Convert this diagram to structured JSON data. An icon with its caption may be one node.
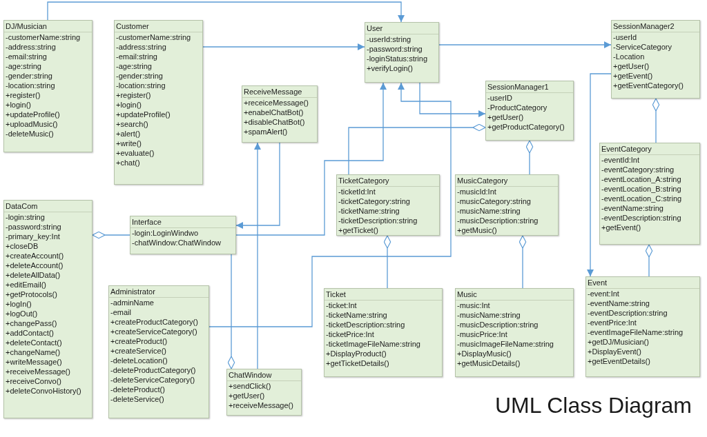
{
  "diagram": {
    "title": "UML Class Diagram",
    "nodes": [
      {
        "text": [
          "DJ/Musician",
          "-customerName:string",
          "-address:string",
          "-email:string",
          "-age:string",
          "-gender:string",
          "-location:string",
          "+register()",
          "+login()",
          "+updateProfile()",
          "+uploadMusic()",
          "-deleteMusic()"
        ]
      },
      {
        "text": [
          "Customer",
          "-customerName:string",
          "-address:string",
          "-email:string",
          "-age:string",
          "-gender:string",
          "-location:string",
          "+register()",
          "+login()",
          "+updateProfile()",
          "+search()",
          "+alert()",
          "+write()",
          "+evaluate()",
          "+chat()"
        ]
      },
      {
        "text": [
          "User",
          "-userId:string",
          "-password:string",
          "-loginStatus:string",
          "+verifyLogin()"
        ]
      },
      {
        "text": [
          "SessionManager2",
          "-userId",
          "-ServiceCategory",
          "-Location",
          "+getUser()",
          "+getEvent()",
          "+getEventCategory()"
        ]
      },
      {
        "text": [
          "ReceiveMessage",
          "+receiceMessage()",
          "+enabelChatBot()",
          "+disableChatBot()",
          "+spamAlert()"
        ]
      },
      {
        "text": [
          "SessionManager1",
          "-userID",
          "-ProductCategory",
          "+getUser()",
          "+getProductCategory()"
        ]
      },
      {
        "text": [
          "TicketCategory",
          "-ticketId:Int",
          "-ticketCategory:string",
          "-ticketName:string",
          "-ticketDescription:string",
          "+getTicket()"
        ]
      },
      {
        "text": [
          "MusicCategory",
          "-musicId:Int",
          "-musicCategory:string",
          "-musicName:string",
          "-musicDescription:string",
          "+getMusic()"
        ]
      },
      {
        "text": [
          "EventCategory",
          "-eventId:Int",
          "-eventCategory:string",
          "-eventLocation_A:string",
          "-eventLocation_B:string",
          "-eventLocation_C:string",
          "-eventName:string",
          "-eventDescription:string",
          "+getEvent()"
        ]
      },
      {
        "text": [
          "DataCom",
          "-login:string",
          "-password:string",
          "-primary_key:Int",
          "+closeDB",
          "+createAccount()",
          "+deleteAccount()",
          "+deleteAllData()",
          "+editEmail()",
          "+getProtocols()",
          "+logIn()",
          "+logOut()",
          "+changePass()",
          "+addContact()",
          "+deleteContact()",
          "+changeName()",
          "+writeMessage()",
          "+receiveMessage()",
          "+receiveConvo()",
          "+deleteConvoHistory()"
        ]
      },
      {
        "text": [
          "Interface",
          "-login:LoginWindwo",
          "-chatWindow:ChatWindow"
        ]
      },
      {
        "text": [
          "Administrator",
          "-adminName",
          "-email",
          "+createProductCategory()",
          "+createServiceCategory()",
          "+createProduct()",
          "+createService()",
          "-deleteLocation()",
          "-deleteProductCategory()",
          "-deleteServiceCategory()",
          "-deleteProduct()",
          "-deleteService()"
        ]
      },
      {
        "text": [
          "ChatWindow",
          "+sendClick()",
          "+getUser()",
          "+receiveMessage()"
        ]
      },
      {
        "text": [
          "Ticket",
          "-ticket:Int",
          "-ticketName:string",
          "-ticketDescription:string",
          "-ticketPrice:Int",
          "-ticketImageFileName:string",
          "+DisplayProduct()",
          "+getTicketDetails()"
        ]
      },
      {
        "text": [
          "Music",
          "-music:Int",
          "-musicName:string",
          "-musicDescription:string",
          "-musicPrice:Int",
          "-musicImageFileName:string",
          "+DisplayMusic()",
          "+getMusicDetails()"
        ]
      },
      {
        "text": [
          "Event",
          "-event:Int",
          "-eventName:string",
          "-eventDescription:string",
          "-eventPrice:Int",
          "-eventImageFileName:string",
          "+getDJ/Musician()",
          "+DisplayEvent()",
          "+getEventDetails()"
        ]
      }
    ],
    "edges": [
      {
        "from": 0,
        "to": 2,
        "arrow": "to"
      },
      {
        "from": 1,
        "to": 2,
        "arrow": "to"
      },
      {
        "from": 2,
        "to": 3,
        "arrow": "to"
      },
      {
        "from": 2,
        "to": 5,
        "arrow": "to"
      },
      {
        "from": 6,
        "to": 5,
        "arrow": "other"
      },
      {
        "from": 11,
        "to": 2,
        "arrow": "to"
      },
      {
        "from": 10,
        "to": 2,
        "arrow": "to"
      },
      {
        "from": 4,
        "to": 10,
        "arrow": "to"
      },
      {
        "from": 12,
        "to": 4,
        "arrow": "to"
      },
      {
        "from": 10,
        "to": 12,
        "arrow": "other"
      },
      {
        "from": 10,
        "to": 9,
        "arrow": "other"
      },
      {
        "from": 7,
        "to": 5,
        "arrow": "other"
      },
      {
        "from": 8,
        "to": 3,
        "arrow": "other"
      },
      {
        "from": 3,
        "to": 15,
        "arrow": "to"
      },
      {
        "from": 13,
        "to": 6,
        "arrow": "other"
      },
      {
        "from": 14,
        "to": 7,
        "arrow": "other"
      },
      {
        "from": 15,
        "to": 8,
        "arrow": "other"
      }
    ]
  }
}
